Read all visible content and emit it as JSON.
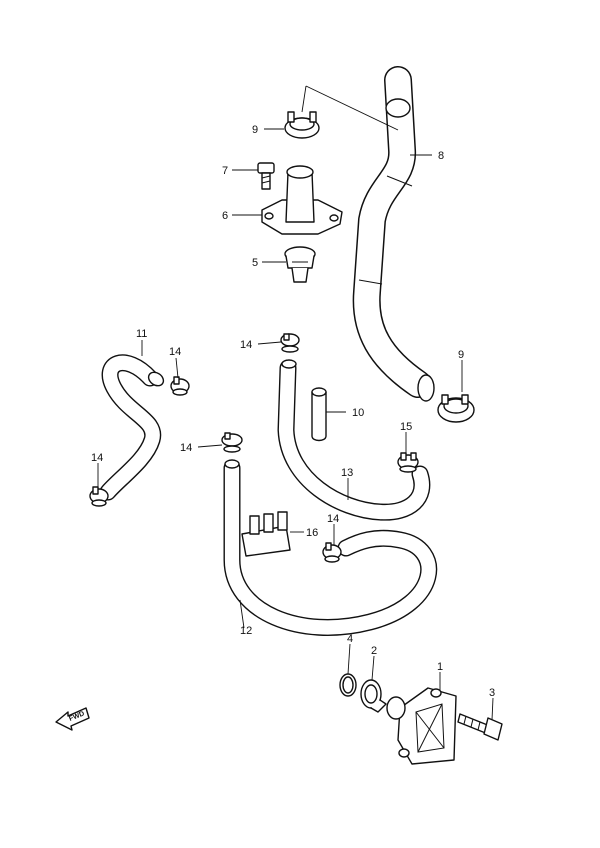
{
  "callouts": {
    "c1": "1",
    "c2": "2",
    "c3": "3",
    "c4": "4",
    "c5": "5",
    "c6": "6",
    "c7": "7",
    "c8": "8",
    "c9a": "9",
    "c9b": "9",
    "c10": "10",
    "c11": "11",
    "c12": "12",
    "c13": "13",
    "c14a": "14",
    "c14b": "14",
    "c14c": "14",
    "c14d": "14",
    "c14e": "14",
    "c15": "15",
    "c16": "16"
  },
  "fwd_label": "FWD"
}
